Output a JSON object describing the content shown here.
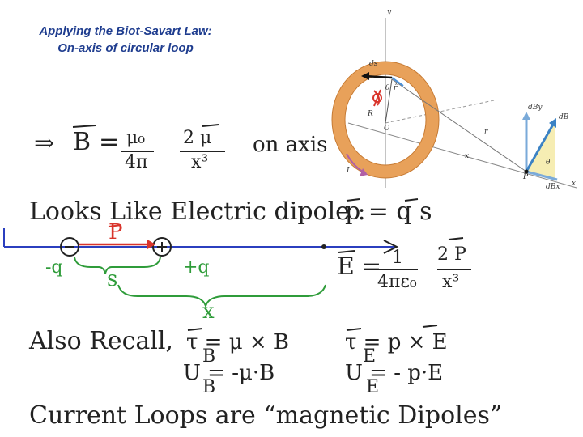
{
  "title": {
    "line1": "Applying the Biot-Savart Law:",
    "line2": "On-axis of circular loop"
  },
  "figure": {
    "labels": {
      "y": "y",
      "ds": "ds",
      "r_hat": "r̂",
      "theta_small": "θ",
      "R": "R",
      "O": "O",
      "r": "r",
      "x_axis": "x",
      "P": "P",
      "I": "I",
      "dBy": "dBy",
      "dB": "dB",
      "dBx": "dBx",
      "theta": "θ",
      "x_far": "x"
    },
    "colors": {
      "ring": "#e8a15a",
      "ring_dark": "#c67a33",
      "arrow": "#4a90d9",
      "phi": "#d9342b"
    }
  },
  "handwriting": {
    "implies": "⇒",
    "B_vec": "B",
    "equals": "=",
    "mu0": "μ₀",
    "four_pi": "4π",
    "two_mu": "2 μ",
    "x_cubed": "x³",
    "on_axis": "on axis",
    "looks_like": "Looks Like Electric dipole :",
    "p_eq": "p = q s",
    "p_label": "P",
    "minus_q": "-q",
    "plus_q": "+q",
    "s_label": "s",
    "x_label": "x",
    "E_vec": "E",
    "E_eq": "=",
    "one": "1",
    "four_pi_eps": "4πε₀",
    "two_p": "2 P",
    "x_cubed2": "x³",
    "also_recall": "Also Recall,",
    "tau_B": "τ = μ × B",
    "tau_B_sub": "B",
    "U_B": "U = -μ·B",
    "U_B_sub": "B",
    "tau_E": "τ = p × E",
    "tau_E_sub": "E",
    "U_E": "U = - p·E",
    "U_E_sub": "E",
    "current_loops": "Current Loops are “magnetic Dipoles”"
  }
}
